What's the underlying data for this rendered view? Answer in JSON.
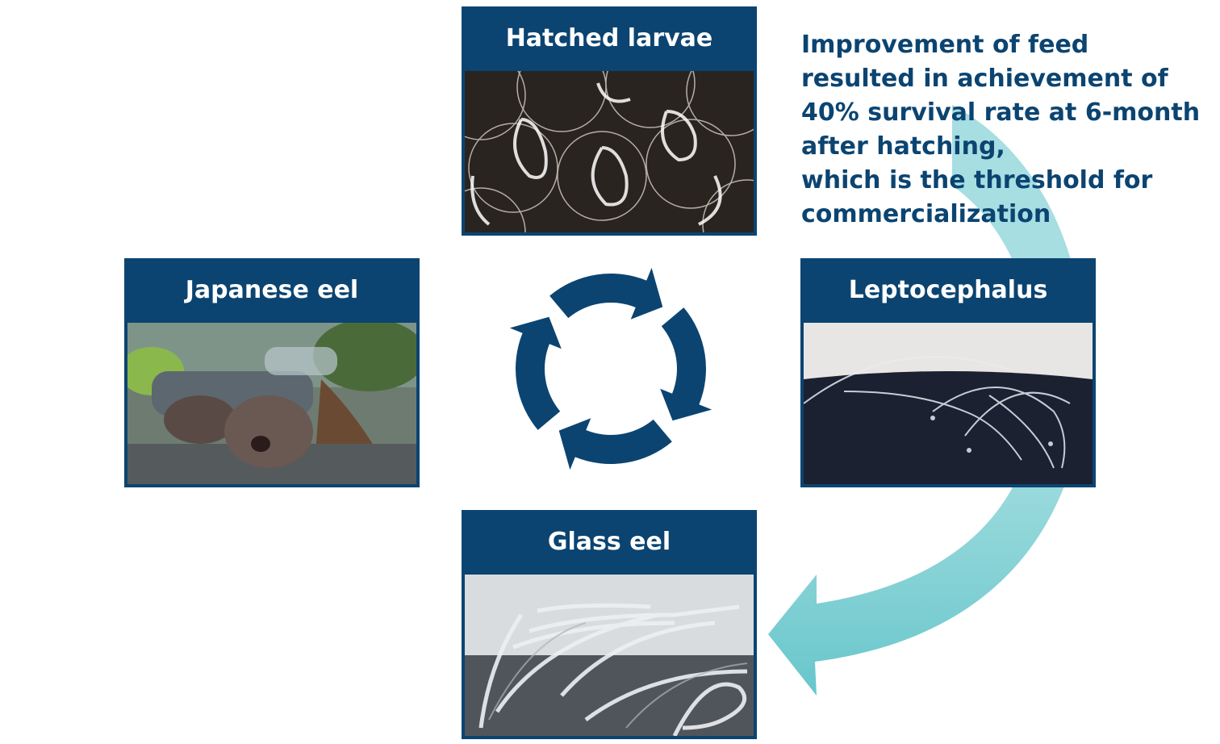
{
  "stages": {
    "hatched_larvae": "Hatched larvae",
    "japanese_eel": "Japanese eel",
    "leptocephalus": "Leptocephalus",
    "glass_eel": "Glass eel"
  },
  "note": {
    "lines": [
      "Improvement of feed",
      "resulted in achievement of",
      "40% survival rate at 6-month",
      "after hatching,",
      "which is the threshold for",
      "commercialization"
    ]
  },
  "colors": {
    "navy": "#0b4471",
    "teal_arrow": "#6fcbd0"
  },
  "icons": {
    "cycle": "circular-arrows-icon",
    "big_arrow": "curved-arrow-icon"
  }
}
